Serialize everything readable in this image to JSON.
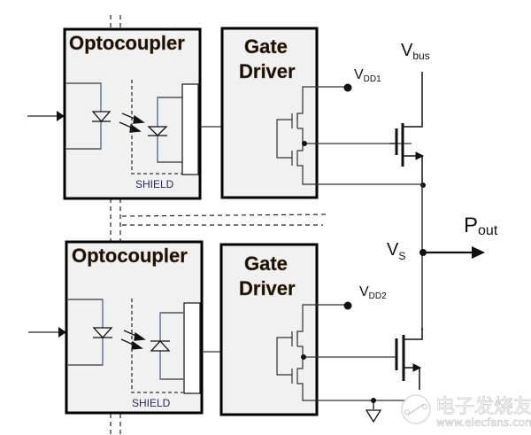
{
  "diagram": {
    "title": "Optocoupler isolated half-bridge gate drive",
    "blocks": {
      "top_optocoupler": {
        "label": "Optocoupler",
        "shield_label": "SHIELD"
      },
      "top_gate_driver": {
        "label_line1": "Gate",
        "label_line2": "Driver"
      },
      "bottom_optocoupler": {
        "label": "Optocoupler",
        "shield_label": "SHIELD"
      },
      "bottom_gate_driver": {
        "label_line1": "Gate",
        "label_line2": "Driver"
      }
    },
    "nodes": {
      "vdd1": {
        "main": "V",
        "sub": "DD1"
      },
      "vdd2": {
        "main": "V",
        "sub": "DD2"
      },
      "vbus": {
        "main": "V",
        "sub": "bus"
      },
      "vs": {
        "main": "V",
        "sub": "S"
      },
      "pout": {
        "main": "P",
        "sub": "out"
      }
    },
    "colors": {
      "block_fill": "#f1f1f1",
      "block_stroke": "#000000",
      "wire": "#333333",
      "photodiode_lead": "#5a6fa8"
    },
    "watermark": {
      "text_cn": "电子发烧友",
      "url": "www.elecfans.com"
    }
  }
}
